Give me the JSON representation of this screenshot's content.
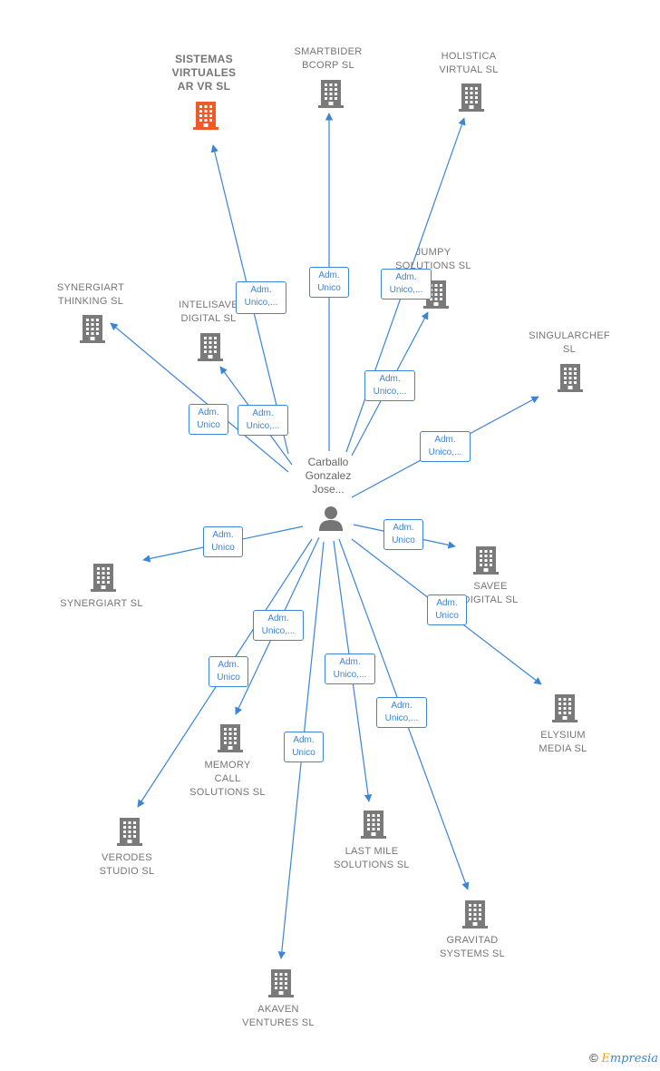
{
  "center": {
    "name": "Carballo\nGonzalez\nJose..."
  },
  "colors": {
    "edge": "#3b84d6",
    "building": "#7a7a7a",
    "highlight": "#f05a28"
  },
  "nodes": [
    {
      "id": "sistemas",
      "label": "SISTEMAS\nVIRTUALES\nAR VR  SL",
      "highlight": true,
      "role": "Adm.\nUnico,..."
    },
    {
      "id": "smartbider",
      "label": "SMARTBIDER\nBCORP  SL",
      "role": "Adm.\nUnico"
    },
    {
      "id": "holistica",
      "label": "HOLISTICA\nVIRTUAL  SL",
      "role": "Adm.\nUnico,..."
    },
    {
      "id": "jumpy",
      "label": "JUMPY\nSOLUTIONS  SL",
      "role": "Adm.\nUnico,..."
    },
    {
      "id": "synergiart-thinking",
      "label": "SYNERGIART\nTHINKING  SL",
      "role": "Adm.\nUnico"
    },
    {
      "id": "intelisave",
      "label": "INTELISAVE\nDIGITAL  SL",
      "role": "Adm.\nUnico,..."
    },
    {
      "id": "singularchef",
      "label": "SINGULARCHEF\nSL",
      "role": "Adm.\nUnico,..."
    },
    {
      "id": "synergiart",
      "label": "SYNERGIART SL",
      "role": "Adm.\nUnico"
    },
    {
      "id": "savee",
      "label": "SAVEE\nDIGITAL  SL",
      "role": "Adm.\nUnico"
    },
    {
      "id": "elysium",
      "label": "ELYSIUM\nMEDIA  SL",
      "role": "Adm.\nUnico"
    },
    {
      "id": "memory",
      "label": "MEMORY\nCALL\nSOLUTIONS  SL",
      "role": "Adm.\nUnico,..."
    },
    {
      "id": "verodes",
      "label": "VERODES\nSTUDIO SL",
      "role": "Adm.\nUnico"
    },
    {
      "id": "lastmile",
      "label": "LAST MILE\nSOLUTIONS  SL",
      "role": "Adm.\nUnico,..."
    },
    {
      "id": "gravitad",
      "label": "GRAVITAD\nSYSTEMS  SL",
      "role": "Adm.\nUnico,..."
    },
    {
      "id": "akaven",
      "label": "AKAVEN\nVENTURES  SL",
      "role": "Adm.\nUnico"
    }
  ],
  "footer": {
    "copyright": "©",
    "brand_initial": "E",
    "brand_rest": "mpresia"
  }
}
